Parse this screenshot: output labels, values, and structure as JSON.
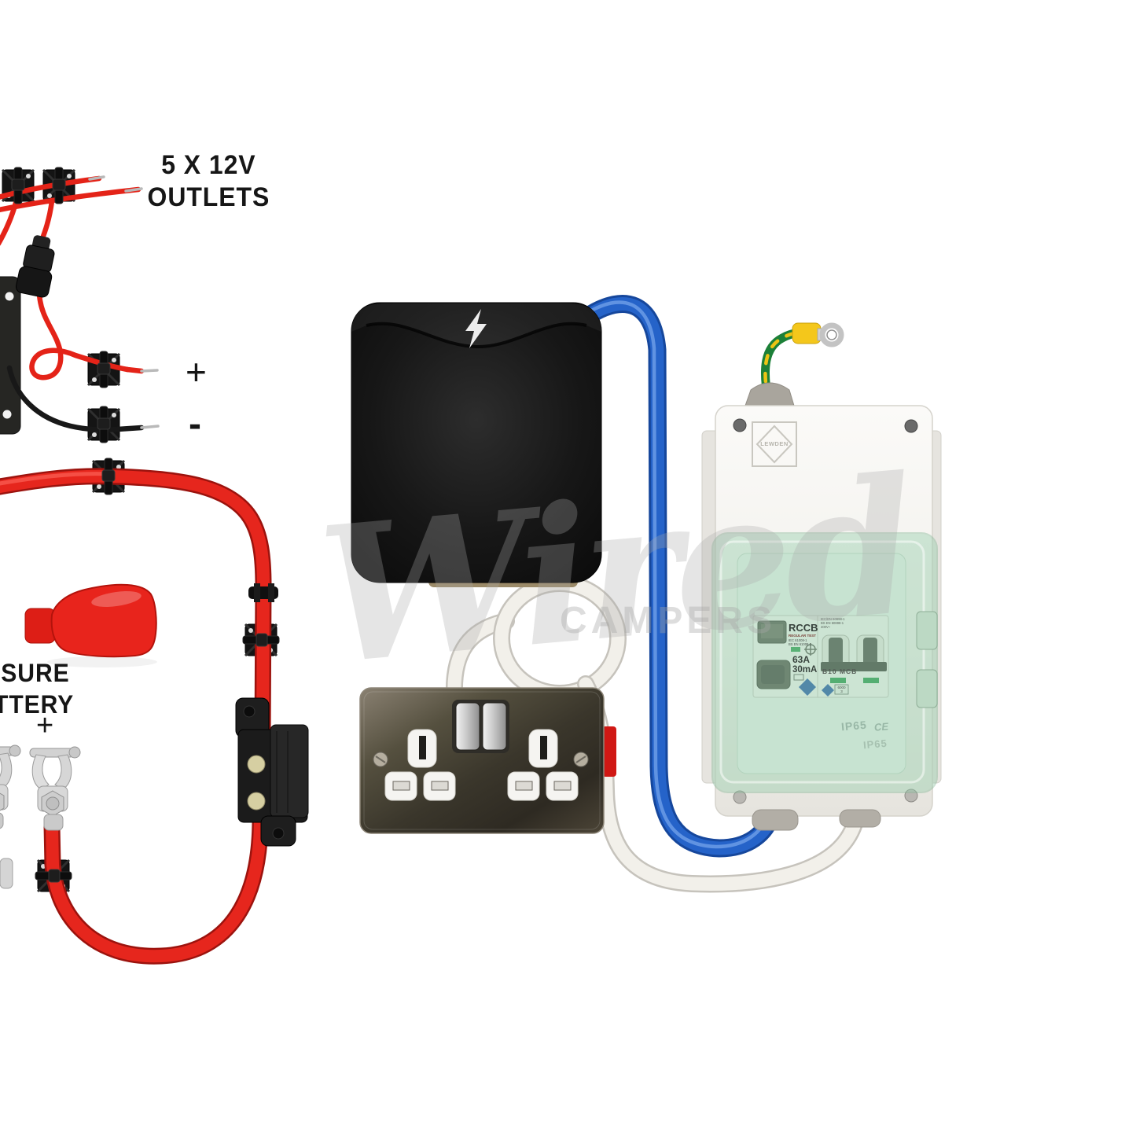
{
  "labels": {
    "outlets_line1": "5 X 12V",
    "outlets_line2": "OUTLETS",
    "positive": "+",
    "negative": "-",
    "battery_line1": "ISURE",
    "battery_line2": "TTERY",
    "battery_positive": "+"
  },
  "watermark": {
    "script": "Wired",
    "caps": "CAMPERS"
  },
  "consumer_unit": {
    "brand": "LEWDEN",
    "rccb": {
      "title": "RCCB",
      "subtitle": "REGULAR TEST",
      "standard1": "IEC 61008-1",
      "standard2": "BS EN 61008-1",
      "current": "63A",
      "sensitivity": "30mA"
    },
    "mcb": {
      "standard1": "IEC/EN 60898-1",
      "standard2": "BS EN 60898-1",
      "voltage": "400V~",
      "label": "B10 MCB",
      "breaking_capacity": "6000",
      "energy_class": "3"
    },
    "ip_rating": "IP65",
    "ce_mark": "CE"
  },
  "colors": {
    "wire_red": "#e6261d",
    "wire_black": "#181818",
    "cable_blue": "#2563c9",
    "cable_white": "#f2f0ea",
    "earth_green": "#1c8038",
    "earth_yellow": "#ecc414",
    "cover_red": "#e8241c",
    "unit_green_window": "#9ecfad",
    "socket_bronze": "#3a362b"
  }
}
